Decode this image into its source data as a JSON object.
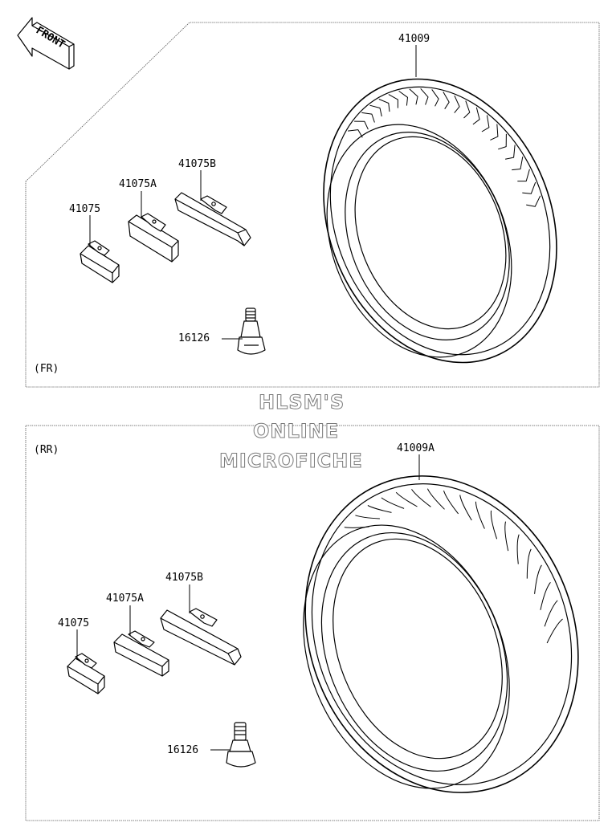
{
  "orientation_badge": {
    "text": "FRONT",
    "icon": "front-arrow-icon"
  },
  "front_panel": {
    "tag": "(FR)",
    "parts": {
      "tire": "41009",
      "weight_a": "41075A",
      "weight_b": "41075B",
      "weight": "41075",
      "valve": "16126"
    }
  },
  "rear_panel": {
    "tag": "(RR)",
    "parts": {
      "tire": "41009A",
      "weight_b": "41075B",
      "weight_a": "41075A",
      "weight": "41075",
      "valve": "16126"
    }
  },
  "watermark": {
    "line1": "HLSM'S",
    "line2": "ONLINE",
    "line3": "MICROFICHE"
  },
  "colors": {
    "ink": "#000000",
    "watermark_outline": "#7a7a7a",
    "background": "#ffffff"
  }
}
